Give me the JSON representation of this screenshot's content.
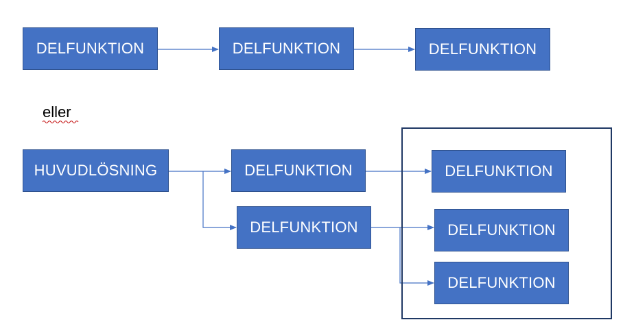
{
  "colors": {
    "node_fill": "#4472c4",
    "node_border": "#2f528f",
    "node_text": "#ffffff",
    "connector": "#4472c4",
    "group_border": "#1f3864",
    "spellcheck_underline": "#c00000"
  },
  "chain": {
    "nodes": [
      "DELFUNKTION",
      "DELFUNKTION",
      "DELFUNKTION"
    ]
  },
  "separator": {
    "text": "eller"
  },
  "tree": {
    "root": "HUVUDLÖSNING",
    "level1": [
      "DELFUNKTION",
      "DELFUNKTION"
    ],
    "group": [
      "DELFUNKTION",
      "DELFUNKTION",
      "DELFUNKTION"
    ]
  }
}
